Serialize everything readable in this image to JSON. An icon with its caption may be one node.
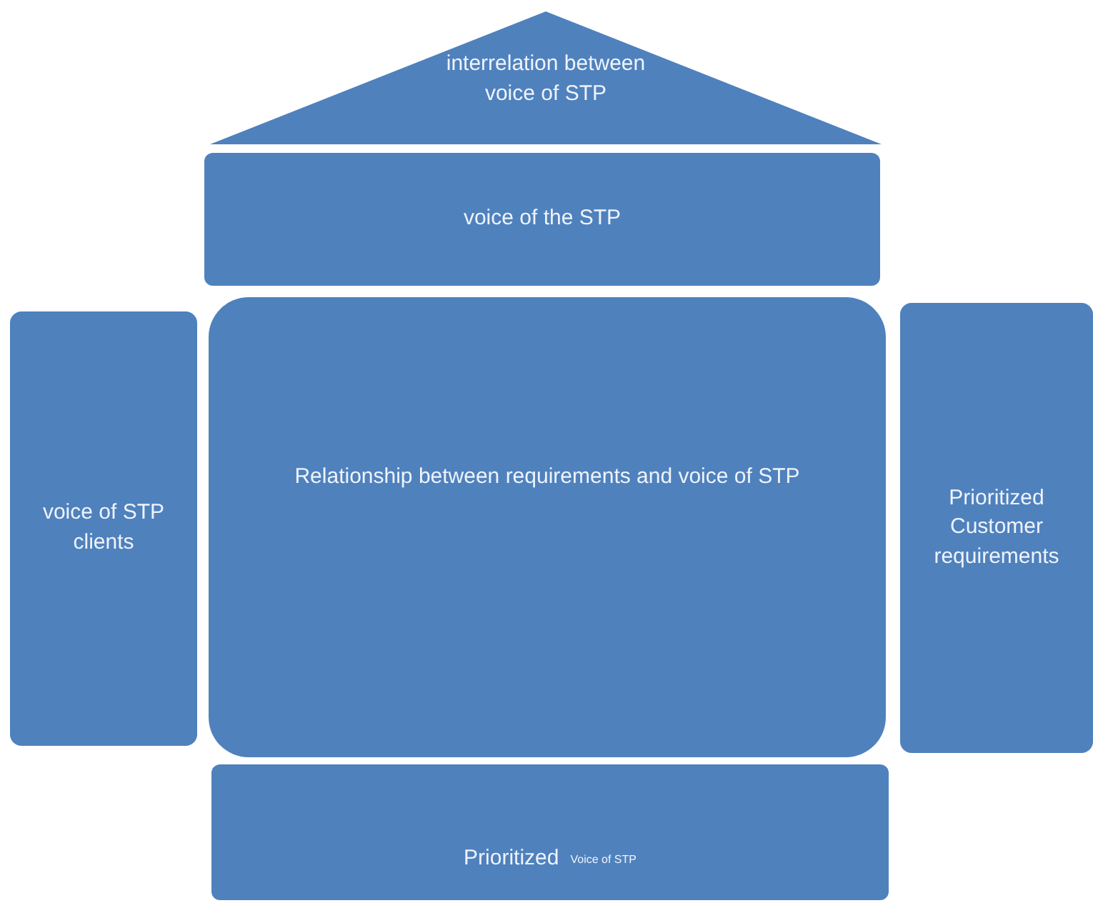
{
  "diagram": {
    "nodes": [
      {
        "text": [
          "interrelation between voice of STP"
        ]
      },
      {
        "text": [
          "voice of the STP"
        ]
      },
      {
        "text": [
          "voice of STP clients"
        ]
      },
      {
        "text": [
          "Relationship between requirements and voice of STP"
        ]
      },
      {
        "text": [
          "Prioritized Customer requirements"
        ]
      },
      {
        "text": [
          "Prioritized",
          "Voice of STP"
        ]
      }
    ]
  }
}
